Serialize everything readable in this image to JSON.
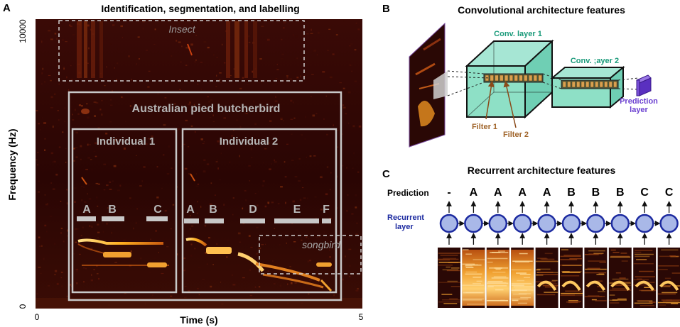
{
  "panel_a": {
    "letter": "A",
    "title": "Identification, segmentation, and labelling",
    "ylabel": "Frequency (Hz)",
    "xlabel": "Time (s)",
    "y_ticks": [
      "10000",
      "0"
    ],
    "x_ticks": [
      "0",
      "5"
    ],
    "boxes": {
      "insect": "Insect",
      "species": "Australian pied butcherbird",
      "individual_1": "Individual 1",
      "individual_2": "Individual 2",
      "songbird": "songbird"
    },
    "syllables_1": [
      "A",
      "B",
      "C"
    ],
    "syllables_2": [
      "A",
      "B",
      "D",
      "E",
      "F"
    ]
  },
  "panel_b": {
    "letter": "B",
    "title": "Convolutional architecture features",
    "layer1": "Conv. layer 1",
    "layer2": "Conv. ;ayer 2",
    "filter1": "Filter 1",
    "filter2": "Filter 2",
    "pred_line1": "Prediction",
    "pred_line2": "layer"
  },
  "panel_c": {
    "letter": "C",
    "title": "Recurrent architecture features",
    "prediction_label": "Prediction",
    "recurrent_line1": "Recurrent",
    "recurrent_line2": "layer",
    "predictions": [
      "-",
      "A",
      "A",
      "A",
      "A",
      "B",
      "B",
      "B",
      "C",
      "C"
    ]
  },
  "colors": {
    "spectrogram_bg": "#2a0503",
    "box_gray": "#c8c8c8",
    "conv_teal": "#7fd8bd",
    "layer_text": "#1a9a7a",
    "filter_text": "#a0642a",
    "prediction_purple": "#6a3fd0",
    "rnn_node": "#a9b8e8",
    "rnn_border": "#1c2aa0",
    "recurrent_text": "#1c2aa0"
  }
}
